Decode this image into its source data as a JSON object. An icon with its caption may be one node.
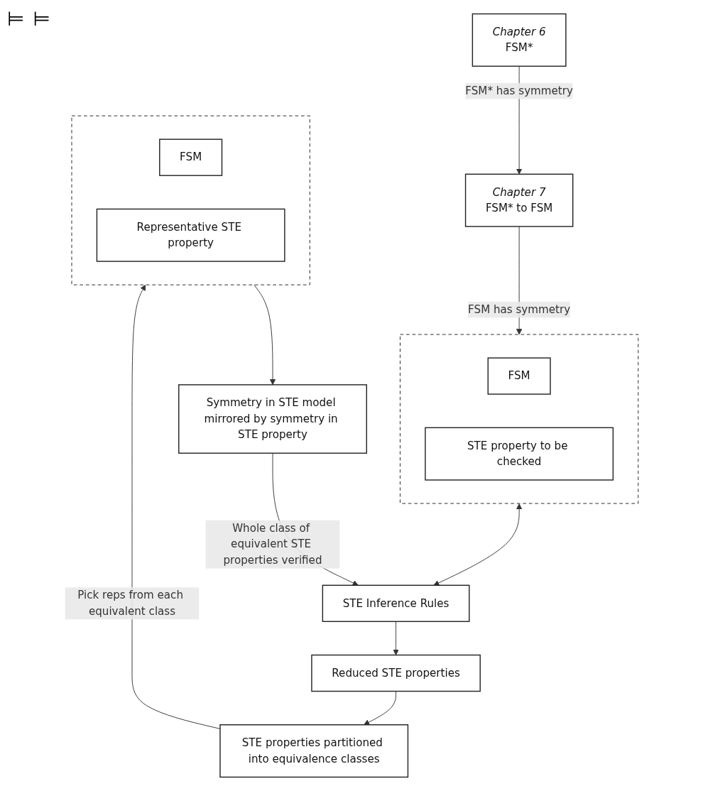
{
  "diagram": {
    "nodes": [
      {
        "text": [
          "Chapter 6",
          "FSM*"
        ]
      },
      {
        "text": [
          "Chapter 7",
          "FSM* to FSM"
        ]
      },
      {
        "text": [],
        "shape": "box"
      },
      {
        "text": [
          "FSM"
        ],
        "in": 2
      },
      {
        "text": [
          "STE property to be checked"
        ],
        "in": 2
      },
      {
        "text": [
          "STE Inference Rules"
        ]
      },
      {
        "text": [
          "Reduced STE properties"
        ]
      },
      {
        "text": [
          "STE properties partitioned into equivalence classes"
        ]
      },
      {
        "text": [],
        "shape": "box"
      },
      {
        "text": [
          "FSM"
        ],
        "in": 8
      },
      {
        "text": [
          "Representative STE property"
        ],
        "in": 8
      },
      {
        "text": [
          "Symmetry in STE model mirrored by symmetry in STE property"
        ]
      }
    ],
    "edges": [
      {
        "from": 0,
        "to": 1,
        "arrow": "to",
        "label": "FSM* has symmetry"
      },
      {
        "from": 1,
        "to": 2,
        "arrow": "to",
        "label": "FSM has symmetry"
      },
      {
        "from": 2,
        "to": 5,
        "arrow": "both"
      },
      {
        "from": 5,
        "to": 6,
        "arrow": "to"
      },
      {
        "from": 6,
        "to": 7,
        "arrow": "to"
      },
      {
        "from": 7,
        "to": 8,
        "arrow": "to",
        "label": "Pick reps from each equivalent class"
      },
      {
        "from": 8,
        "to": 11,
        "arrow": "to"
      },
      {
        "from": 11,
        "to": 5,
        "arrow": "to",
        "label": "Whole class of equivalent STE properties verified"
      }
    ],
    "labels": [
      "⊨",
      "⊨"
    ]
  }
}
